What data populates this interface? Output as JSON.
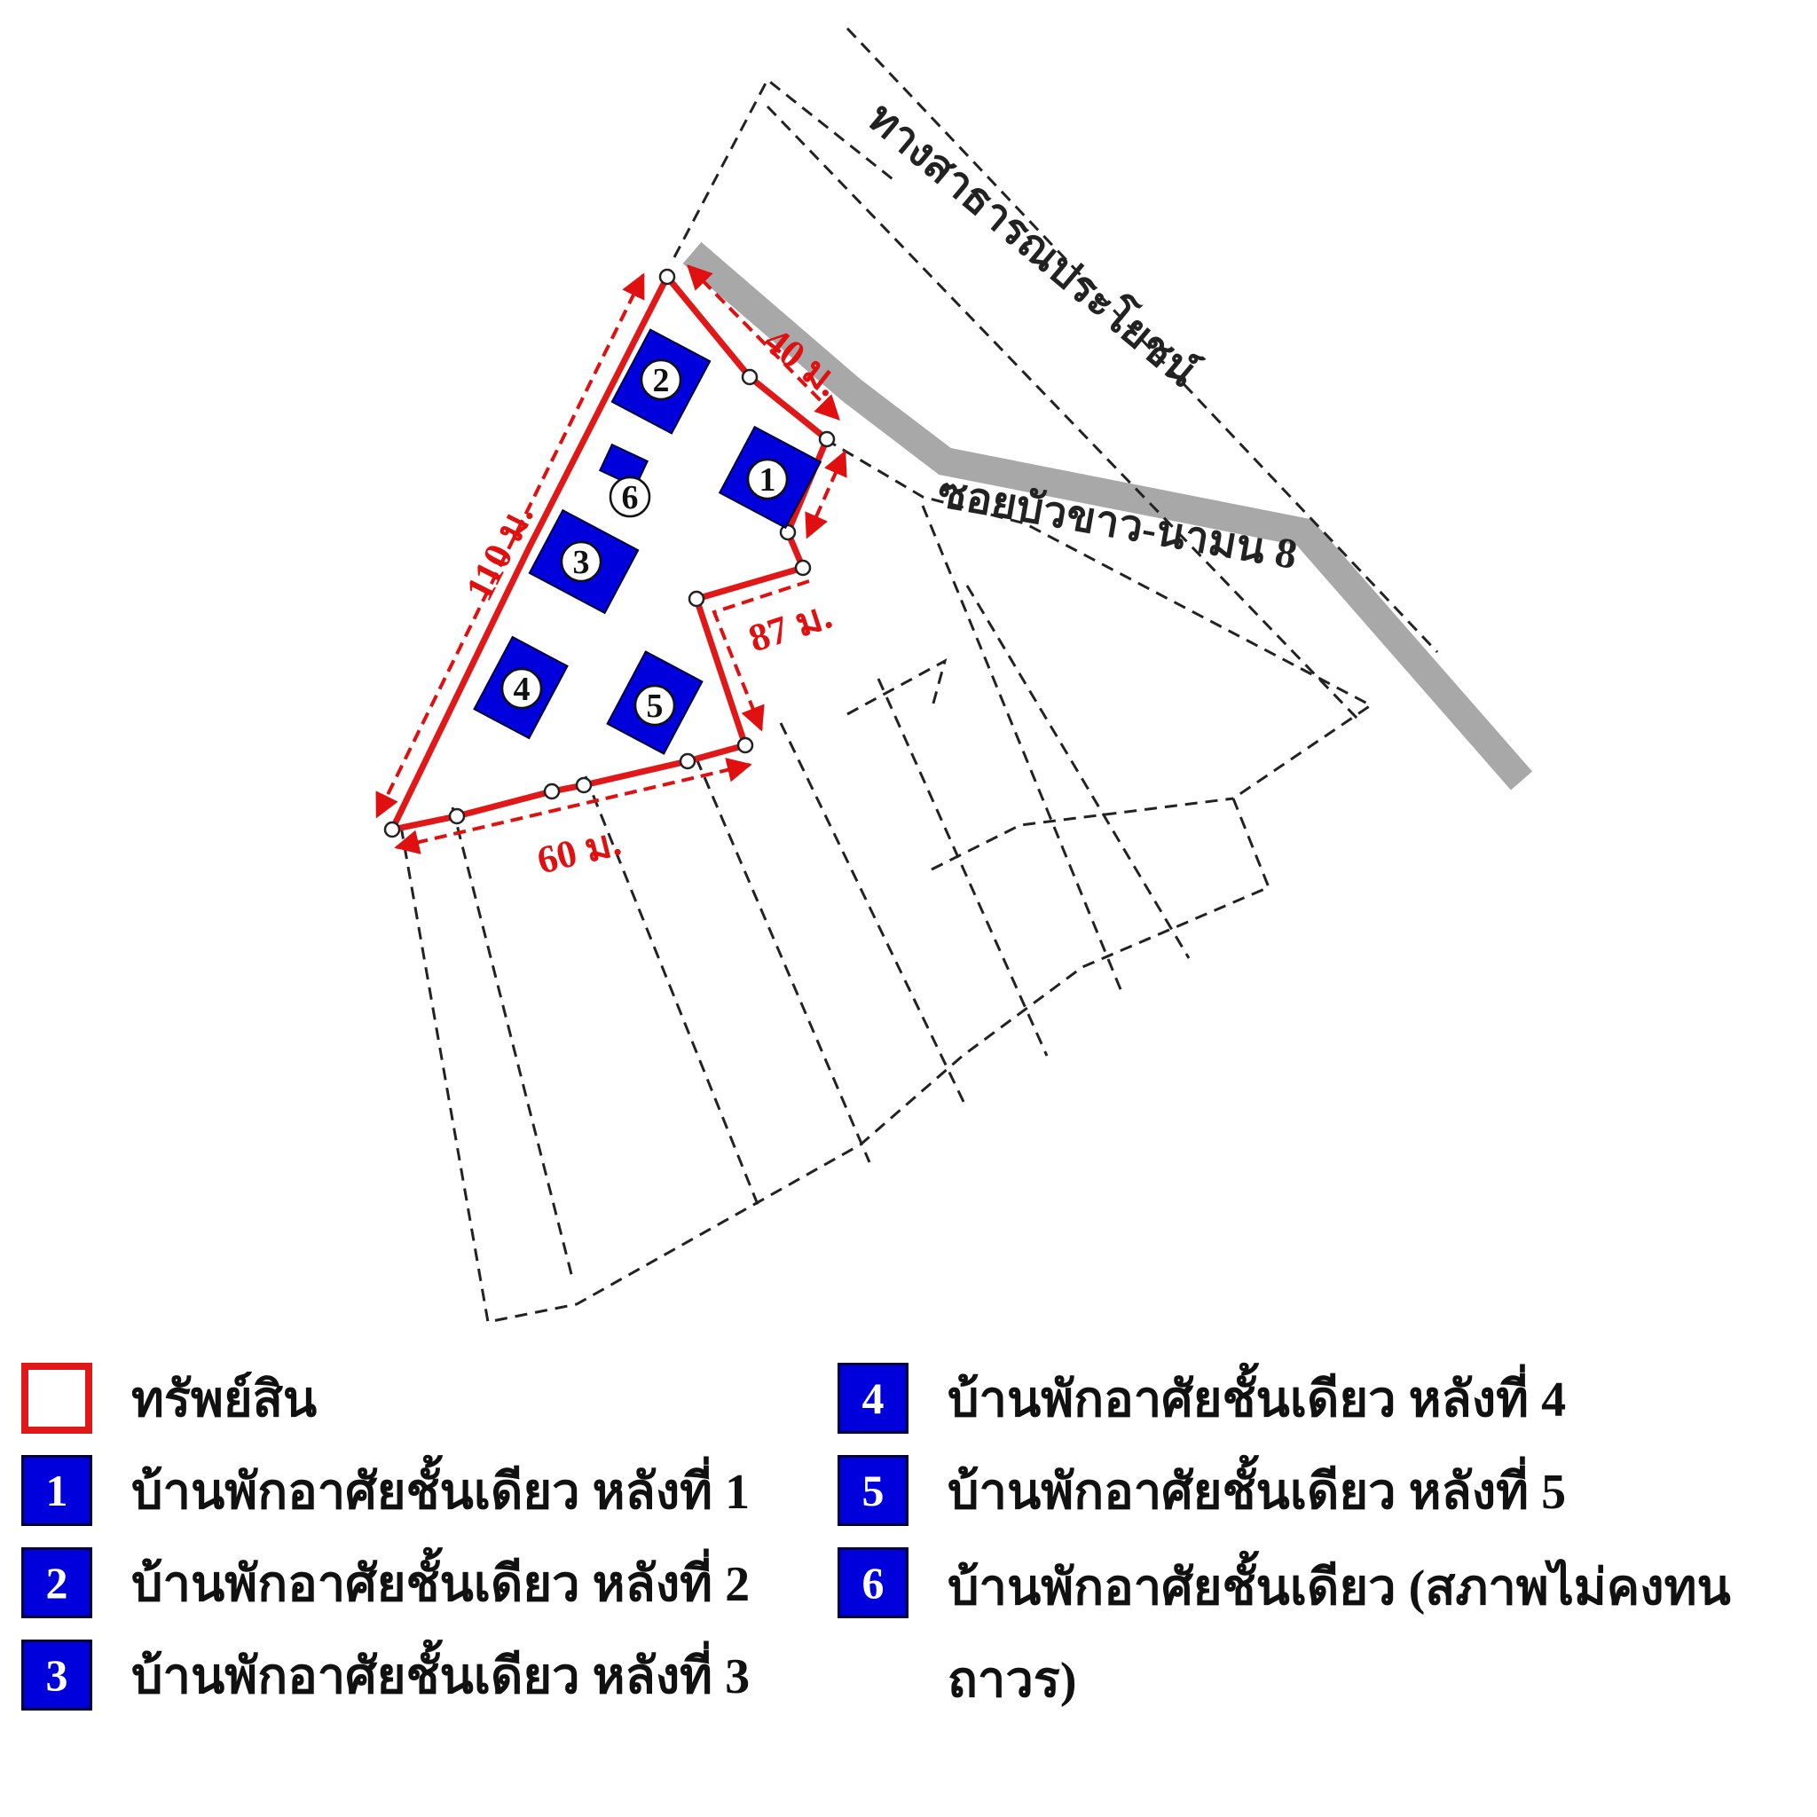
{
  "diagram": {
    "road_public": "ทางสาธารณประโยชน์",
    "road_soi": "ซอยบัวขาว-นามน 8",
    "dimensions": {
      "top": "40 ม.",
      "left": "110 ม.",
      "right": "87 ม.",
      "bottom": "60 ม."
    },
    "buildings": [
      "1",
      "2",
      "3",
      "4",
      "5",
      "6"
    ],
    "colors": {
      "property_border": "#e01818",
      "building_fill": "#0000dd",
      "road_fill": "#a8a8a8"
    }
  },
  "legend": {
    "property": "ทรัพย์สิน",
    "items": [
      {
        "num": "1",
        "label": "บ้านพักอาศัยชั้นเดียว หลังที่ 1"
      },
      {
        "num": "2",
        "label": "บ้านพักอาศัยชั้นเดียว หลังที่ 2"
      },
      {
        "num": "3",
        "label": "บ้านพักอาศัยชั้นเดียว หลังที่ 3"
      },
      {
        "num": "4",
        "label": "บ้านพักอาศัยชั้นเดียว หลังที่ 4"
      },
      {
        "num": "5",
        "label": "บ้านพักอาศัยชั้นเดียว หลังที่ 5"
      },
      {
        "num": "6",
        "label": "บ้านพักอาศัยชั้นเดียว (สภาพไม่คงทนถาวร)"
      }
    ]
  }
}
